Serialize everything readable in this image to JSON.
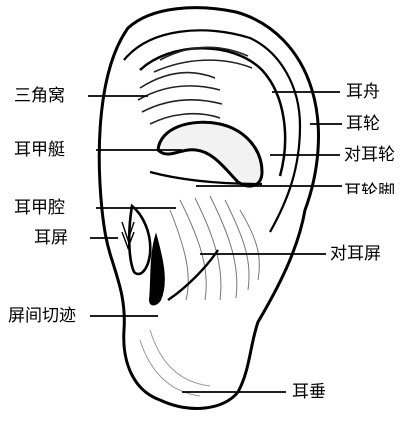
{
  "labels": {
    "triangular_fossa": "三角窝",
    "cymba_conchae": "耳甲艇",
    "cavum_conchae": "耳甲腔",
    "tragus": "耳屏",
    "intertragic_notch": "屏间切迹",
    "scapha": "耳舟",
    "helix": "耳轮",
    "antihelix": "对耳轮",
    "helix_crus": "耳轮脚",
    "antitragus": "对耳屏",
    "lobule": "耳垂"
  },
  "colors": {
    "ink": "#000000",
    "skin_shade": "#9a9a9a",
    "background": "#ffffff"
  }
}
